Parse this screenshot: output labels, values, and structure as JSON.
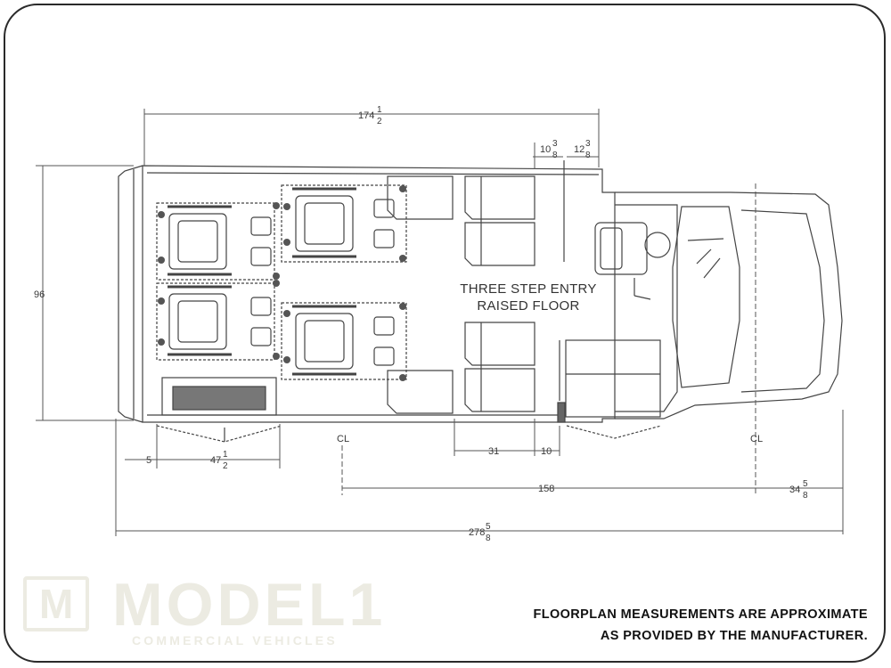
{
  "floorplan": {
    "center_label_line1": "THREE STEP ENTRY",
    "center_label_line2": "RAISED FLOOR",
    "dims": {
      "overall_body_whole": "174",
      "overall_body_frac_num": "1",
      "overall_body_frac_den": "2",
      "entry_a_whole": "10",
      "entry_a_num": "3",
      "entry_a_den": "8",
      "entry_b_whole": "12",
      "entry_b_num": "3",
      "entry_b_den": "8",
      "width": "96",
      "rear_offset": "5",
      "lift_whole": "47",
      "lift_num": "1",
      "lift_den": "2",
      "seat_depth": "31",
      "step": "10",
      "wheelbase": "158",
      "front_whole": "34",
      "front_num": "5",
      "front_den": "8",
      "overall_whole": "278",
      "overall_num": "5",
      "overall_den": "8",
      "centerline_rear": "CL",
      "centerline_front": "CL"
    }
  },
  "brand": {
    "badge_letter": "M",
    "name": "MODEL1",
    "tagline": "COMMERCIAL VEHICLES"
  },
  "disclaimer": {
    "line1": "FLOORPLAN MEASUREMENTS ARE APPROXIMATE",
    "line2": "AS PROVIDED BY THE MANUFACTURER."
  }
}
